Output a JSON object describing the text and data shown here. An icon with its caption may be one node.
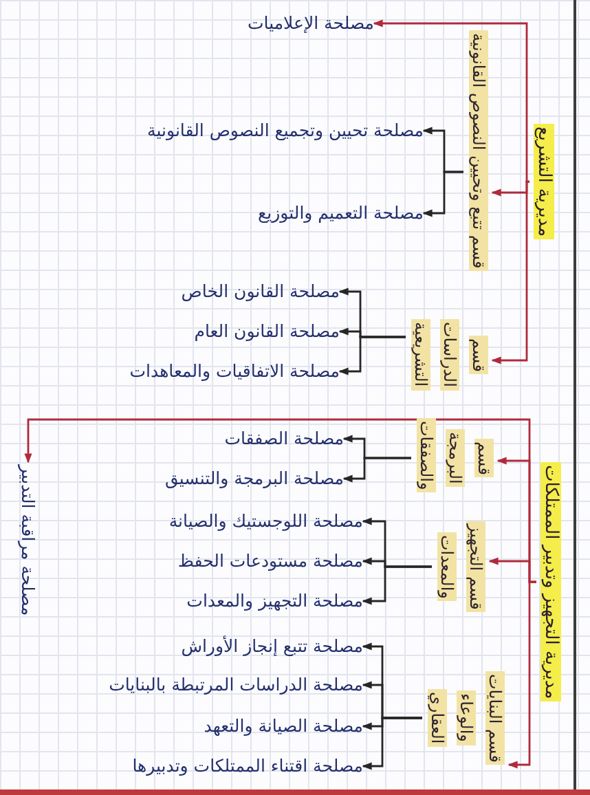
{
  "diagram": {
    "nodes": [
      {
        "text": [
          "مديرية التشريع"
        ]
      },
      {
        "text": [
          "مصلحة الإعلاميات"
        ]
      },
      {
        "text": [
          "قسم تتبع وتحيين النصوص القانونية"
        ]
      },
      {
        "text": [
          "مصلحة تحيين وتجميع النصوص القانونية"
        ]
      },
      {
        "text": [
          "مصلحة التعميم والتوزيع"
        ]
      },
      {
        "text": [
          "قسم الدراسات التشريعية"
        ]
      },
      {
        "text": [
          "مصلحة القانون الخاص"
        ]
      },
      {
        "text": [
          "مصلحة القانون العام"
        ]
      },
      {
        "text": [
          "مصلحة الاتفاقيات والمعاهدات"
        ]
      },
      {
        "text": [
          "مديرية التجهيز وتدبير الممتلكات"
        ]
      },
      {
        "text": [
          "مصلحة مراقبة التدبير"
        ]
      },
      {
        "text": [
          "قسم البرمجة والصفقات"
        ]
      },
      {
        "text": [
          "مصلحة الصفقات"
        ]
      },
      {
        "text": [
          "مصلحة البرمجة والتنسيق"
        ]
      },
      {
        "text": [
          "قسم التجهيز والمعدات"
        ]
      },
      {
        "text": [
          "مصلحة اللوجستيك والصيانة"
        ]
      },
      {
        "text": [
          "مصلحة مستودعات الحفظ"
        ]
      },
      {
        "text": [
          "مصلحة التجهيز والمعدات"
        ]
      },
      {
        "text": [
          "قسم البنايات والوعاء العقاري"
        ]
      },
      {
        "text": [
          "مصلحة تتبع إنجاز الأوراش"
        ]
      },
      {
        "text": [
          "مصلحة الدراسات المرتبطة بالبنايات"
        ]
      },
      {
        "text": [
          "مصلحة الصيانة والتعهد"
        ]
      },
      {
        "text": [
          "مصلحة اقتناء الممتلكات وتدبيرها"
        ]
      }
    ],
    "edges": [
      {
        "from": 0,
        "to": 1,
        "arrow": "to",
        "color": "#b02a3c"
      },
      {
        "from": 0,
        "to": 2,
        "arrow": "to",
        "color": "#b02a3c"
      },
      {
        "from": 0,
        "to": 5,
        "arrow": "to",
        "color": "#b02a3c"
      },
      {
        "from": 2,
        "to": 3,
        "arrow": "to"
      },
      {
        "from": 2,
        "to": 4,
        "arrow": "to"
      },
      {
        "from": 5,
        "to": 6,
        "arrow": "to"
      },
      {
        "from": 5,
        "to": 7,
        "arrow": "to"
      },
      {
        "from": 5,
        "to": 8,
        "arrow": "to"
      },
      {
        "from": 9,
        "to": 10,
        "arrow": "to",
        "color": "#b02a3c"
      },
      {
        "from": 9,
        "to": 11,
        "arrow": "to",
        "color": "#b02a3c"
      },
      {
        "from": 9,
        "to": 14,
        "arrow": "to",
        "color": "#b02a3c"
      },
      {
        "from": 9,
        "to": 18,
        "arrow": "to",
        "color": "#b02a3c"
      },
      {
        "from": 11,
        "to": 12,
        "arrow": "to"
      },
      {
        "from": 11,
        "to": 13,
        "arrow": "to"
      },
      {
        "from": 14,
        "to": 15,
        "arrow": "to"
      },
      {
        "from": 14,
        "to": 16,
        "arrow": "to"
      },
      {
        "from": 14,
        "to": 17,
        "arrow": "to"
      },
      {
        "from": 18,
        "to": 19,
        "arrow": "to"
      },
      {
        "from": 18,
        "to": 20,
        "arrow": "to"
      },
      {
        "from": 18,
        "to": 21,
        "arrow": "to"
      },
      {
        "from": 18,
        "to": 22,
        "arrow": "to"
      }
    ]
  }
}
